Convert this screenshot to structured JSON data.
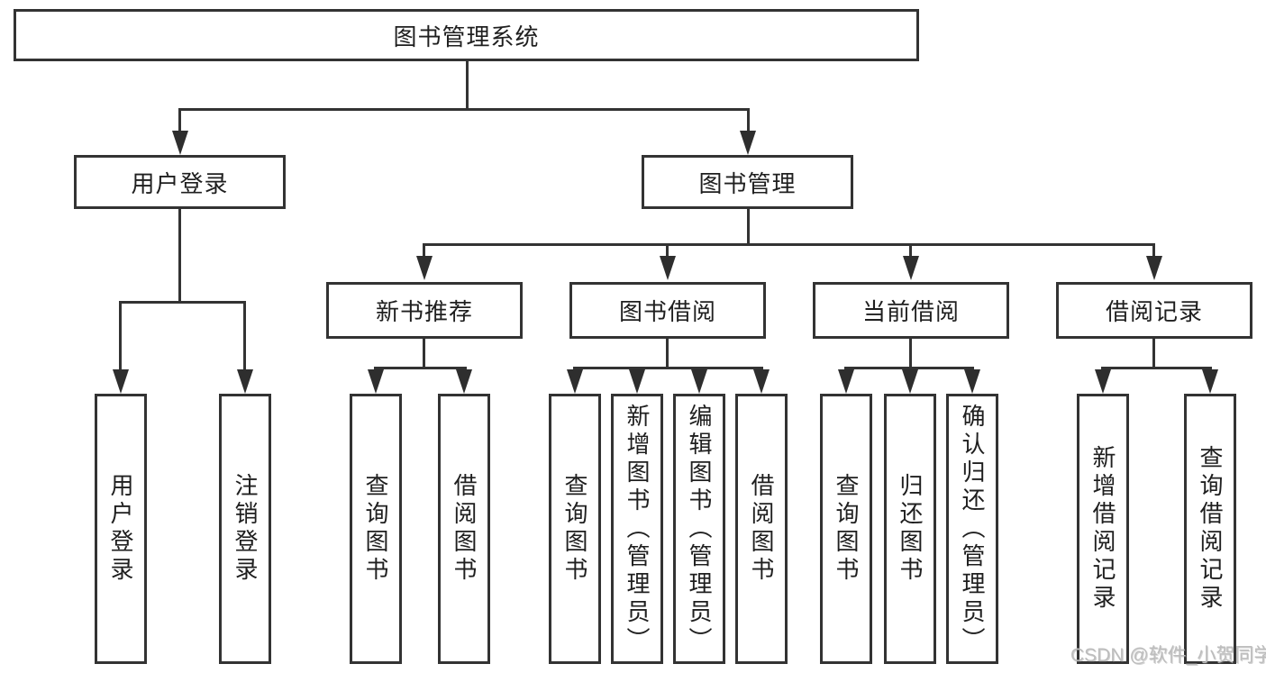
{
  "diagram": {
    "root": "图书管理系统",
    "branches": [
      {
        "label": "用户登录",
        "children": [
          "用户登录",
          "注销登录"
        ]
      },
      {
        "label": "图书管理",
        "groups": [
          {
            "label": "新书推荐",
            "children": [
              "查询图书",
              "借阅图书"
            ]
          },
          {
            "label": "图书借阅",
            "children": [
              "查询图书",
              "新增图书（管理员）",
              "编辑图书（管理员）",
              "借阅图书"
            ]
          },
          {
            "label": "当前借阅",
            "children": [
              "查询图书",
              "归还图书",
              "确认归还（管理员）"
            ]
          },
          {
            "label": "借阅记录",
            "children": [
              "新增借阅记录",
              "查询借阅记录"
            ]
          }
        ]
      }
    ]
  },
  "watermark": "CSDN @软件_小贺同学",
  "colors": {
    "line": "#333333",
    "text": "#1f1f1f",
    "watermark": "#bdbdbd",
    "background": "#ffffff"
  }
}
